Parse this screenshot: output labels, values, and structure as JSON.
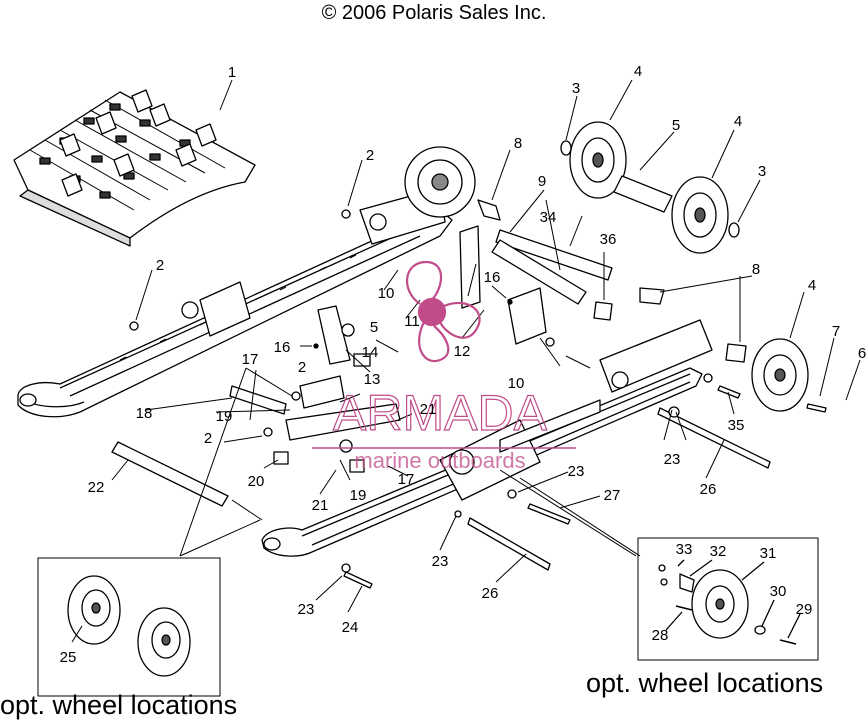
{
  "copyright": "© 2006 Polaris Sales Inc.",
  "watermark": {
    "brand": "ARMADA",
    "tagline": "marine outboards",
    "color": "#c04c8a"
  },
  "insets": [
    {
      "caption": "opt. wheel locations",
      "parts": [
        "25"
      ]
    },
    {
      "caption": "opt. wheel locations",
      "parts": [
        "33",
        "32",
        "31",
        "30",
        "29",
        "28"
      ]
    }
  ],
  "callouts": [
    "1",
    "2",
    "2",
    "2",
    "2",
    "3",
    "3",
    "4",
    "4",
    "4",
    "5",
    "5",
    "7",
    "6",
    "8",
    "8",
    "9",
    "34",
    "36",
    "16",
    "16",
    "10",
    "10",
    "11",
    "12",
    "13",
    "14",
    "17",
    "17",
    "18",
    "19",
    "19",
    "20",
    "21",
    "21",
    "22",
    "23",
    "23",
    "23",
    "23",
    "24",
    "26",
    "26",
    "27",
    "35",
    "25",
    "33",
    "32",
    "31",
    "30",
    "29",
    "28"
  ]
}
